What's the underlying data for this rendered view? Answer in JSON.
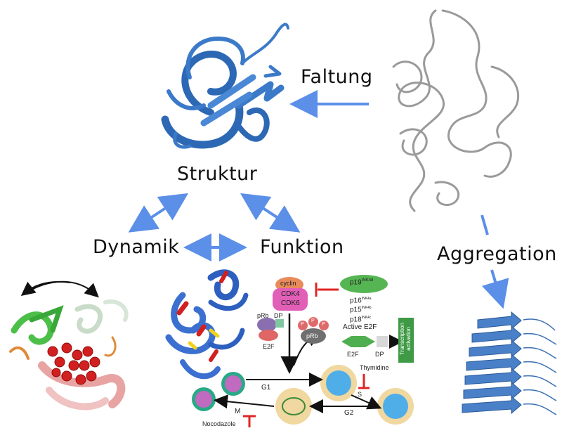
{
  "labels": {
    "folding": "Faltung",
    "structure": "Struktur",
    "dynamics": "Dynamik",
    "function": "Funktion",
    "aggregation": "Aggregation"
  },
  "cell_cycle": {
    "cyclin": "cyclin",
    "cdk4": "CDK4",
    "cdk6": "CDK6",
    "p19": "p19",
    "p19_sup": "INK4d",
    "p16": "p16",
    "p16_sup": "INK4a",
    "p15": "p15",
    "p15_sup": "INK4b",
    "p18": "p18",
    "p18_sup": "INK4c",
    "prb": "pRb",
    "dp": "DP",
    "e2f": "E2F",
    "p": "P",
    "active_e2f": "Active E2F",
    "transcription": "Transcription",
    "activation": "activation",
    "thymidine": "Thymidine",
    "nocodazole": "Nocodazole",
    "g1": "G1",
    "s": "S",
    "g2": "G2",
    "m": "M"
  },
  "colors": {
    "arrow": "#5b8fe8",
    "protein_blue": "#3b7ac9",
    "cyclin_orange": "#e98a5a",
    "cdk_pink": "#e25fb8",
    "inhibitor_green": "#56b553",
    "inhibit_red": "#e02424",
    "e2f_green": "#4fae4f"
  }
}
